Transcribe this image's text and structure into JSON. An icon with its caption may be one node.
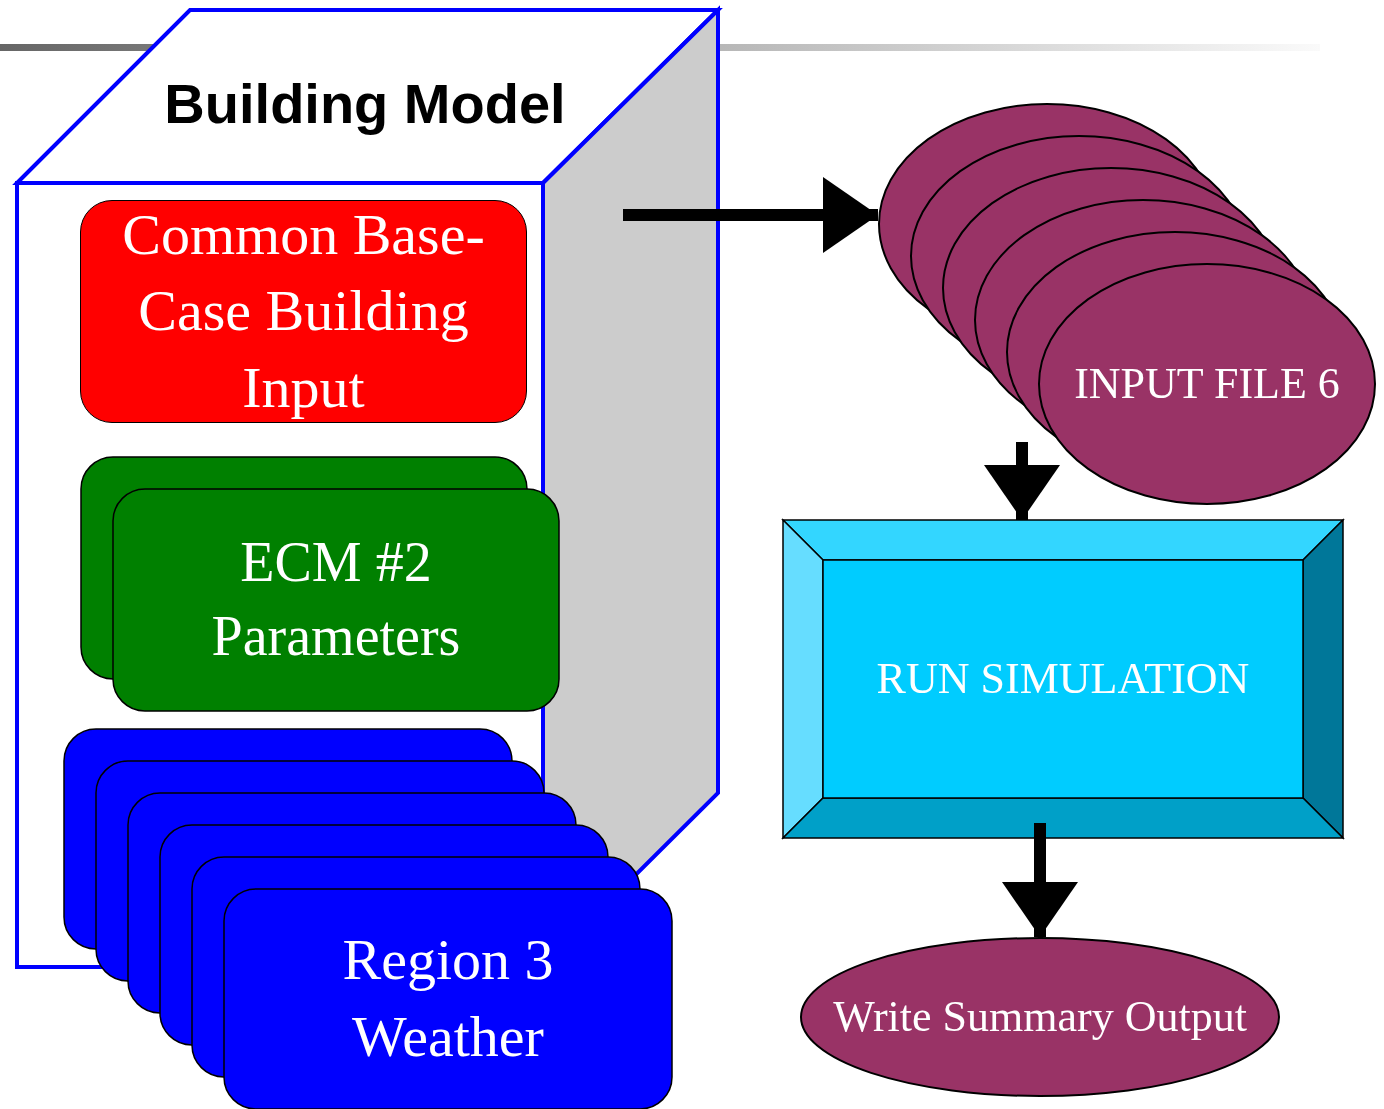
{
  "diagram": {
    "nodes": [
      {
        "text": [
          "Building Model"
        ]
      },
      {
        "text": [
          "Common Base-Case Building Input"
        ],
        "in": 0
      },
      {
        "text": [
          "ECM #2 Parameters"
        ],
        "in": 0
      },
      {
        "text": [
          "Region 3 Weather"
        ]
      },
      {
        "text": [
          "INPUT FILE 6"
        ]
      },
      {
        "text": [
          "RUN SIMULATION"
        ]
      },
      {
        "text": [
          "Write Summary Output"
        ]
      }
    ],
    "edges": [
      {
        "from": 0,
        "to": 4,
        "arrow": "to"
      },
      {
        "from": 4,
        "to": 5,
        "arrow": "to"
      },
      {
        "from": 5,
        "to": 6,
        "arrow": "to"
      }
    ]
  }
}
